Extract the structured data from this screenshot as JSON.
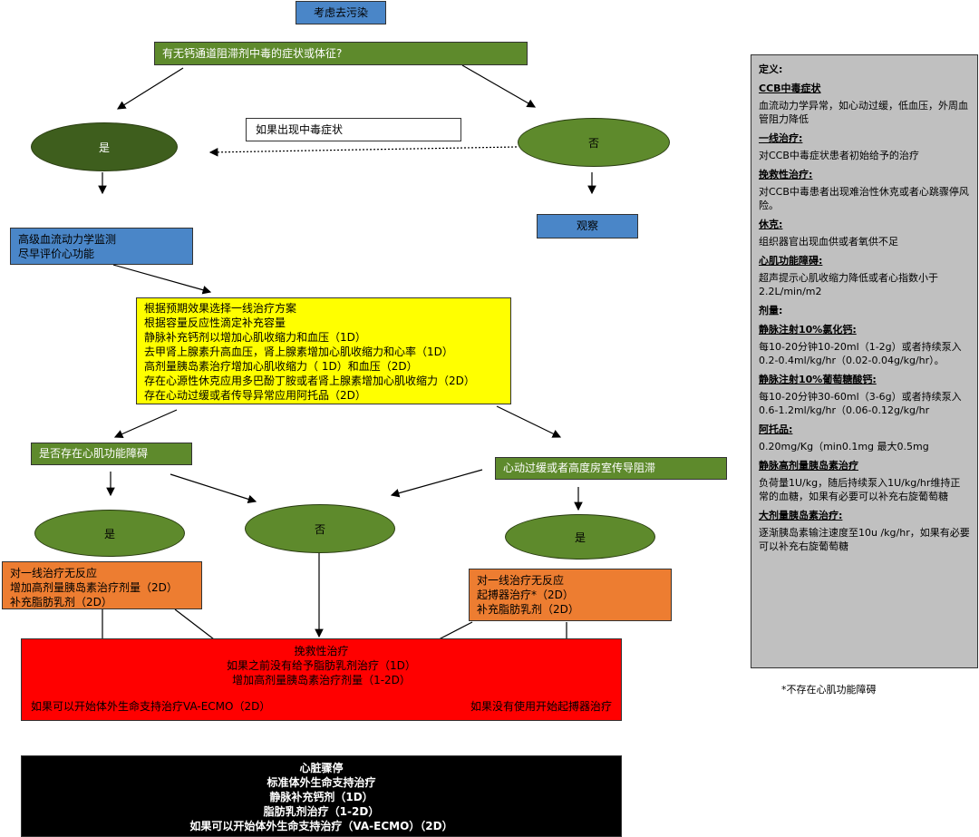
{
  "flow": {
    "decontaminate": "考虑去污染",
    "question": "有无钙通道阻滞剂中毒的症状或体征?",
    "yes": "是",
    "no": "否",
    "if_symptoms": "如果出现中毒症状",
    "observe": "观察",
    "monitor": [
      "高级血流动力学监测",
      "尽早评价心功能"
    ],
    "first_line": [
      "根据预期效果选择一线治疗方案",
      "根据容量反应性滴定补充容量",
      "静脉补充钙剂以增加心肌收缩力和血压（1D）",
      "去甲肾上腺素升高血压，肾上腺素增加心肌收缩力和心率（1D）",
      "高剂量胰岛素治疗增加心肌收缩力（ 1D）和血压（2D）",
      "存在心源性休克应用多巴酚丁胺或者肾上腺素增加心肌收缩力（2D）",
      "存在心动过缓或者传导异常应用阿托品（2D）"
    ],
    "myocardial_q": "是否存在心肌功能障碍",
    "brady_q": "心动过缓或者高度房室传导阻滞",
    "left_action": [
      "对一线治疗无反应",
      "增加高剂量胰岛素治疗剂量（2D）",
      "补充脂肪乳剂（2D）"
    ],
    "right_action": [
      "对一线治疗无反应",
      "起搏器治疗*（2D）",
      "补充脂肪乳剂（2D）"
    ],
    "rescue": [
      "挽救性治疗",
      "如果之前没有给予脂肪乳剂治疗（1D）",
      "增加高剂量胰岛素治疗剂量（1-2D）"
    ],
    "rescue_left": "如果可以开始体外生命支持治疗VA-ECMO（2D）",
    "rescue_right": "如果没有使用开始起搏器治疗",
    "arrest": [
      "心脏骤停",
      "标准体外生命支持治疗",
      "静脉补充钙剂（1D）",
      "脂肪乳剂治疗（1-2D）",
      "如果可以开始体外生命支持治疗（VA-ECMO）（2D）"
    ]
  },
  "definitions": {
    "header": "定义:",
    "items": [
      {
        "term": "CCB中毒症状",
        "desc": "血流动力学异常，如心动过缓，低血压，外周血管阻力降低"
      },
      {
        "term": "一线治疗:",
        "desc": "对CCB中毒症状患者初始给予的治疗"
      },
      {
        "term": "挽救性治疗:",
        "desc": "对CCB中毒患者出现难治性休克或者心跳骤停风险。"
      },
      {
        "term": "休克:",
        "desc": "组织器官出现血供或者氧供不足"
      },
      {
        "term": "心肌功能障碍:",
        "desc": "超声提示心肌收缩力降低或者心指数小于2.2L/min/m2"
      }
    ],
    "dose_header": "剂量:",
    "doses": [
      {
        "term": "静脉注射10%氯化钙:",
        "desc": "每10-20分钟10-20ml（1-2g）或者持续泵入0.2-0.4ml/kg/hr（0.02-0.04g/kg/hr）。"
      },
      {
        "term": "静脉注射10%葡萄糖酸钙:",
        "desc": "每10-20分钟30-60ml（3-6g）或者持续泵入0.6-1.2ml/kg/hr（0.06-0.12g/kg/hr"
      },
      {
        "term": "阿托品:",
        "desc": "0.20mg/Kg（min0.1mg 最大0.5mg"
      },
      {
        "term": "静脉高剂量胰岛素治疗",
        "desc": "负荷量1U/kg，随后持续泵入1U/kg/hr维持正常的血糖，如果有必要可以补充右旋葡萄糖"
      },
      {
        "term": "大剂量胰岛素治疗:",
        "desc": "逐渐胰岛素输注速度至10u /kg/hr，如果有必要可以补充右旋葡萄糖"
      }
    ]
  },
  "footnote": "*不存在心肌功能障碍",
  "colors": {
    "blue": "#4a86c8",
    "green": "#5e8a2c",
    "yellow": "#ffff00",
    "orange": "#ed7d31",
    "red": "#ff0000",
    "black": "#000000",
    "panel": "#c0c0c0"
  }
}
